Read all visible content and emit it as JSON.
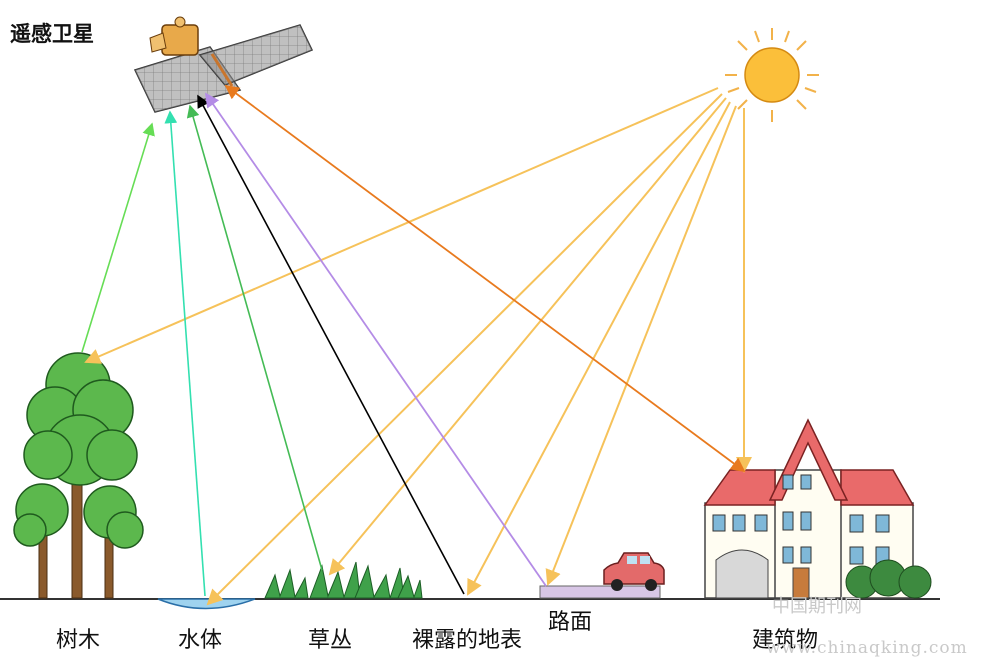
{
  "title": "遥感卫星",
  "labels": {
    "tree": "树木",
    "water": "水体",
    "grass": "草丛",
    "bare": "裸露的地表",
    "road": "路面",
    "building": "建筑物"
  },
  "watermark": {
    "cn": "中国期刊网",
    "url": "www.chinaqking.com"
  },
  "colors": {
    "sunlight": "#f6c25a",
    "tree_reflect": "#66dd55",
    "water_reflect": "#33e0b0",
    "grass_reflect": "#44bb55",
    "bare_reflect": "#000000",
    "road_reflect": "#b48ce6",
    "building_reflect": "#e87a1e",
    "sun": "#fbbf3a"
  }
}
